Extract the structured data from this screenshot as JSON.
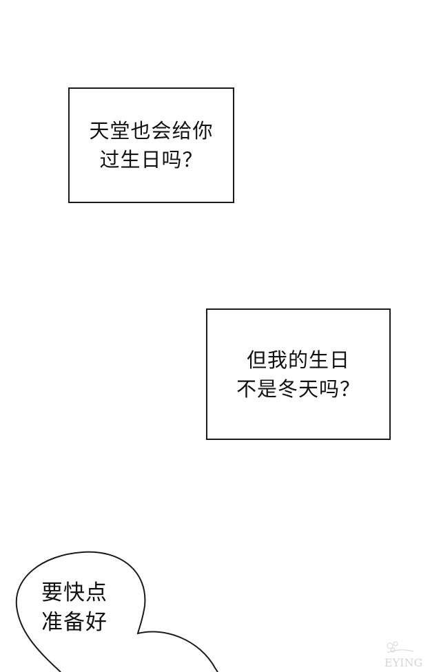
{
  "panel": {
    "caption_1": {
      "lines": [
        "天堂也会给你",
        "过生日吗？"
      ]
    },
    "caption_2": {
      "lines": [
        "但我的生日",
        "不是冬天吗？"
      ]
    },
    "speech_bubble": {
      "lines": [
        "要快点",
        "准备好"
      ]
    }
  },
  "colors": {
    "background": "#ffffff",
    "ink": "#111111",
    "border": "#1a1a1a"
  },
  "watermark": {
    "icon": "flower-logo-icon",
    "text": "EYING"
  }
}
